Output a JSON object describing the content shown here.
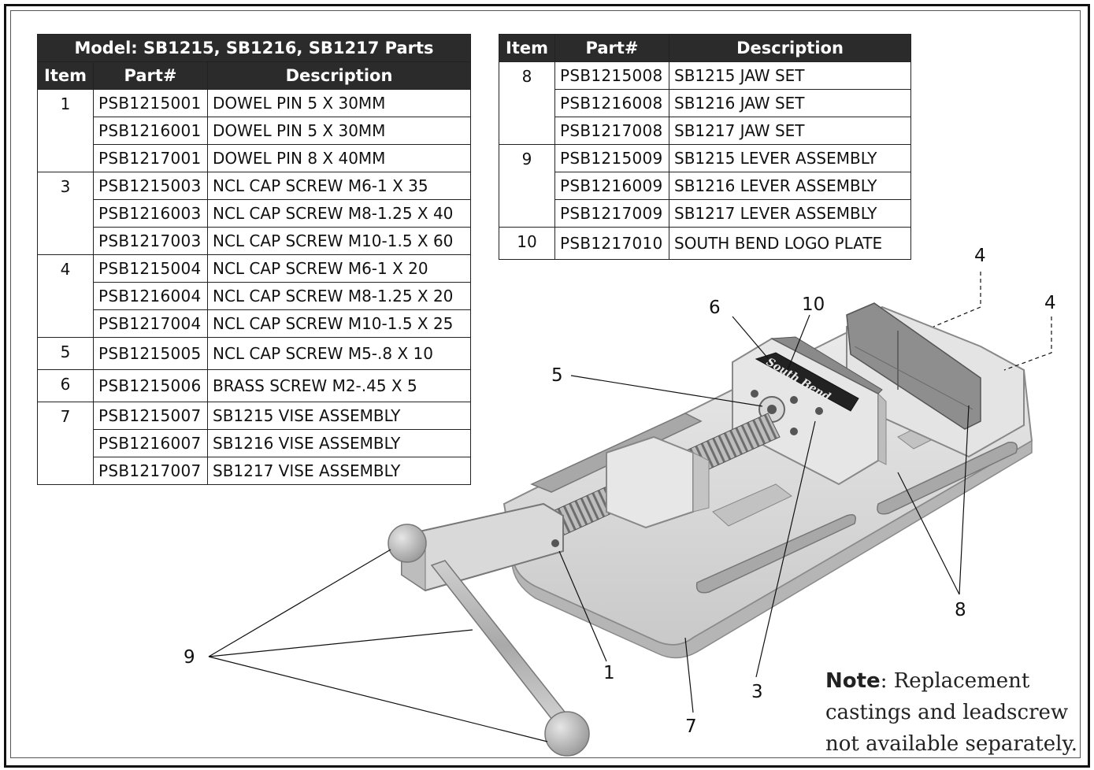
{
  "table1": {
    "title": "Model: SB1215, SB1216, SB1217 Parts",
    "headers": [
      "Item",
      "Part#",
      "Description"
    ],
    "rows": [
      {
        "item": "1",
        "part": "PSB1215001",
        "desc": "DOWEL PIN 5 X 30MM"
      },
      {
        "item": "",
        "part": "PSB1216001",
        "desc": "DOWEL PIN 5 X 30MM"
      },
      {
        "item": "",
        "part": "PSB1217001",
        "desc": "DOWEL PIN 8 X 40MM"
      },
      {
        "item": "3",
        "part": "PSB1215003",
        "desc": "NCL CAP SCREW M6-1 X 35"
      },
      {
        "item": "",
        "part": "PSB1216003",
        "desc": "NCL CAP SCREW M8-1.25 X 40"
      },
      {
        "item": "",
        "part": "PSB1217003",
        "desc": "NCL CAP SCREW M10-1.5 X 60"
      },
      {
        "item": "4",
        "part": "PSB1215004",
        "desc": "NCL CAP SCREW M6-1 X 20"
      },
      {
        "item": "",
        "part": "PSB1216004",
        "desc": "NCL CAP SCREW M8-1.25 X 20"
      },
      {
        "item": "",
        "part": "PSB1217004",
        "desc": "NCL CAP SCREW M10-1.5 X 25"
      },
      {
        "item": "5",
        "part": "PSB1215005",
        "desc": "NCL CAP SCREW M5-.8 X 10"
      },
      {
        "item": "6",
        "part": "PSB1215006",
        "desc": "BRASS SCREW M2-.45 X 5"
      },
      {
        "item": "7",
        "part": "PSB1215007",
        "desc": "SB1215 VISE ASSEMBLY"
      },
      {
        "item": "",
        "part": "PSB1216007",
        "desc": "SB1216 VISE ASSEMBLY"
      },
      {
        "item": "",
        "part": "PSB1217007",
        "desc": "SB1217 VISE ASSEMBLY"
      }
    ]
  },
  "table2": {
    "headers": [
      "Item",
      "Part#",
      "Description"
    ],
    "rows": [
      {
        "item": "8",
        "part": "PSB1215008",
        "desc": "SB1215 JAW SET"
      },
      {
        "item": "",
        "part": "PSB1216008",
        "desc": "SB1216 JAW SET"
      },
      {
        "item": "",
        "part": "PSB1217008",
        "desc": "SB1217 JAW SET"
      },
      {
        "item": "9",
        "part": "PSB1215009",
        "desc": "SB1215 LEVER ASSEMBLY"
      },
      {
        "item": "",
        "part": "PSB1216009",
        "desc": "SB1216 LEVER ASSEMBLY"
      },
      {
        "item": "",
        "part": "PSB1217009",
        "desc": "SB1217 LEVER ASSEMBLY"
      },
      {
        "item": "10",
        "part": "PSB1217010",
        "desc": "SOUTH BEND LOGO PLATE"
      }
    ]
  },
  "figure": {
    "logo_text": "South Bend",
    "callouts": [
      "1",
      "3",
      "4",
      "4",
      "5",
      "6",
      "7",
      "8",
      "9",
      "10"
    ]
  },
  "note": {
    "label": "Note",
    "text": ": Replacement castings and leadscrew not available separately."
  }
}
